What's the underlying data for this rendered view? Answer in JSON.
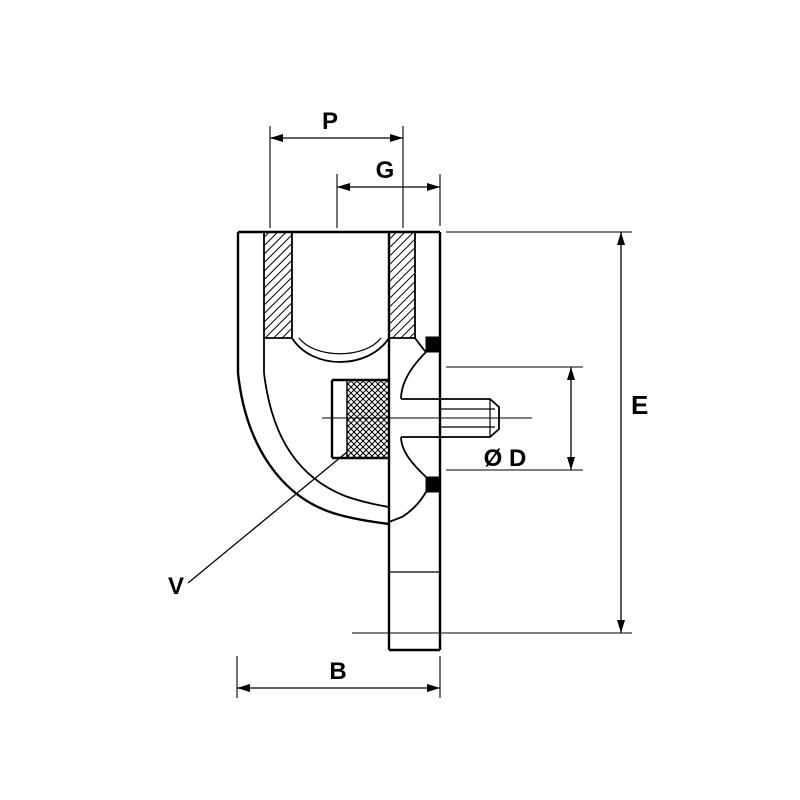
{
  "page": {
    "background_color": "#ffffff",
    "line_color": "#000000"
  },
  "drawing": {
    "kind": "technical-section-drawing",
    "labels": {
      "p": "P",
      "g": "G",
      "e": "E",
      "diameter_d": "Ø D",
      "v": "V",
      "b": "B"
    }
  }
}
